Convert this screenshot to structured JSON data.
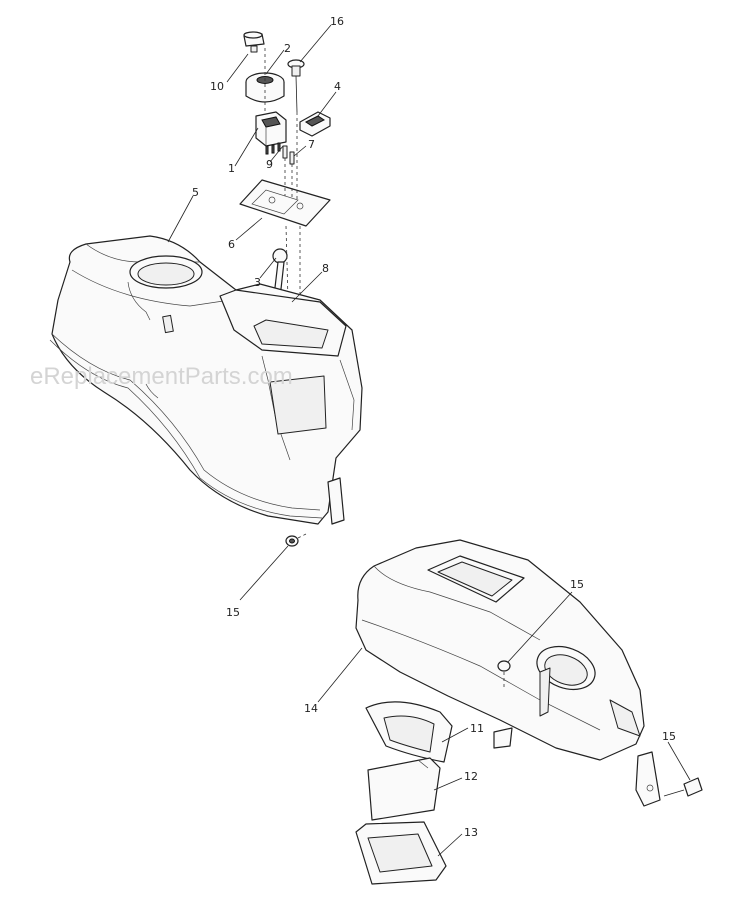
{
  "watermark": "eReplacementParts.com",
  "callouts": {
    "c1": "1",
    "c2": "2",
    "c3": "3",
    "c4": "4",
    "c5": "5",
    "c6": "6",
    "c7": "7",
    "c8": "8",
    "c9": "9",
    "c10": "10",
    "c11": "11",
    "c12": "12",
    "c13": "13",
    "c14": "14",
    "c15a": "15",
    "c15b": "15",
    "c15c": "15",
    "c16": "16"
  }
}
